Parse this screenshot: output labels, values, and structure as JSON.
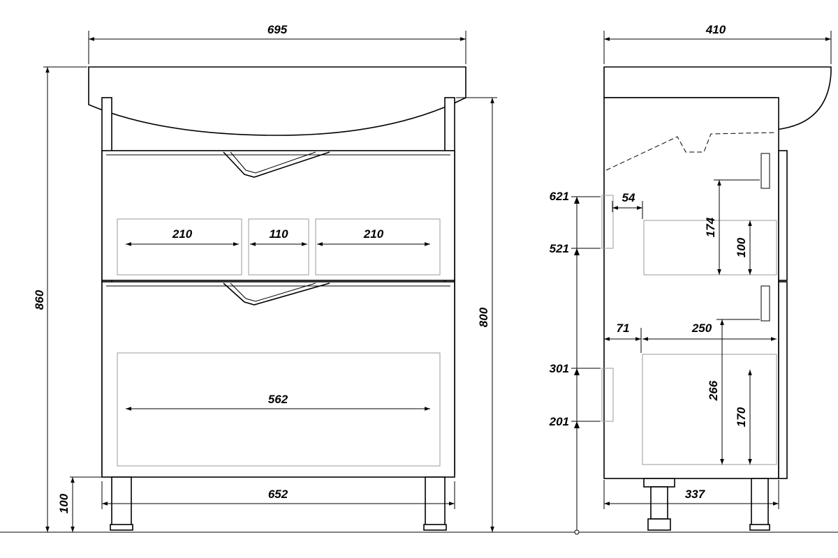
{
  "front_view": {
    "overall_width": "695",
    "overall_height": "860",
    "body_height": "800",
    "body_width": "652",
    "leg_height": "100",
    "upper_drawer": {
      "left_section": "210",
      "middle_section": "110",
      "right_section": "210"
    },
    "lower_drawer": {
      "inner_width": "562"
    }
  },
  "side_view": {
    "overall_depth": "410",
    "body_depth": "337",
    "handle_upper_top": "621",
    "handle_upper_bottom": "521",
    "handle_lower_top": "301",
    "handle_lower_bottom": "201",
    "upper_drawer_offset": "54",
    "upper_drawer_height": "174",
    "upper_drawer_inner_height": "100",
    "lower_drawer_offset": "71",
    "lower_drawer_depth": "250",
    "lower_drawer_height": "266",
    "lower_drawer_inner_height": "170"
  }
}
